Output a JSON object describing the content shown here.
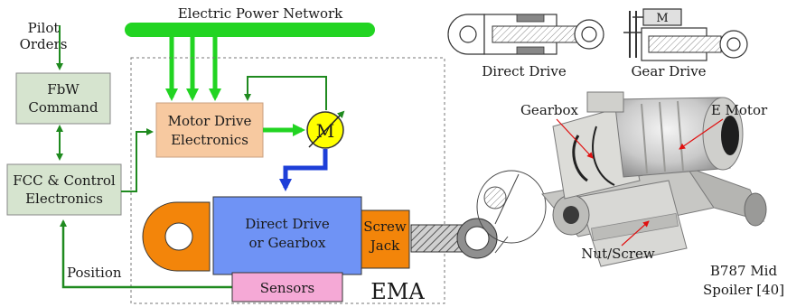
{
  "power_network": {
    "label": "Electric Power Network",
    "color": "#22d422"
  },
  "pilot_orders": {
    "line1": "Pilot",
    "line2": "Orders"
  },
  "fbw_command": {
    "line1": "FbW",
    "line2": "Command",
    "fill": "#d6e4cf"
  },
  "fcc": {
    "line1": "FCC & Control",
    "line2": "Electronics",
    "fill": "#d6e4cf"
  },
  "motor_drive": {
    "line1": "Motor Drive",
    "line2": "Electronics",
    "fill": "#f7c9a0"
  },
  "motor": {
    "label": "M",
    "fill": "#ffff00"
  },
  "direct_drive_box": {
    "line1": "Direct Drive",
    "line2": "or Gearbox",
    "fill": "#6f93f5"
  },
  "screw_jack": {
    "line1": "Screw",
    "line2": "Jack",
    "fill": "#f3850a"
  },
  "sensors": {
    "label": "Sensors",
    "fill": "#f5a9d6"
  },
  "position_label": "Position",
  "ema_label": "EMA",
  "direct_drive_caption": "Direct Drive",
  "gear_drive": {
    "caption": "Gear Drive",
    "motor_label": "M"
  },
  "photo_labels": {
    "gearbox": "Gearbox",
    "e_motor": "E Motor",
    "nut_screw": "Nut/Screw",
    "b787_line1": "B787 Mid",
    "b787_line2": "Spoiler [40]"
  },
  "colors": {
    "signal_green": "#1f8a1f",
    "power_green": "#22d422",
    "mech_blue": "#1e3fd8",
    "ema_orange": "#f3850a",
    "pointer_red": "#e01010"
  }
}
